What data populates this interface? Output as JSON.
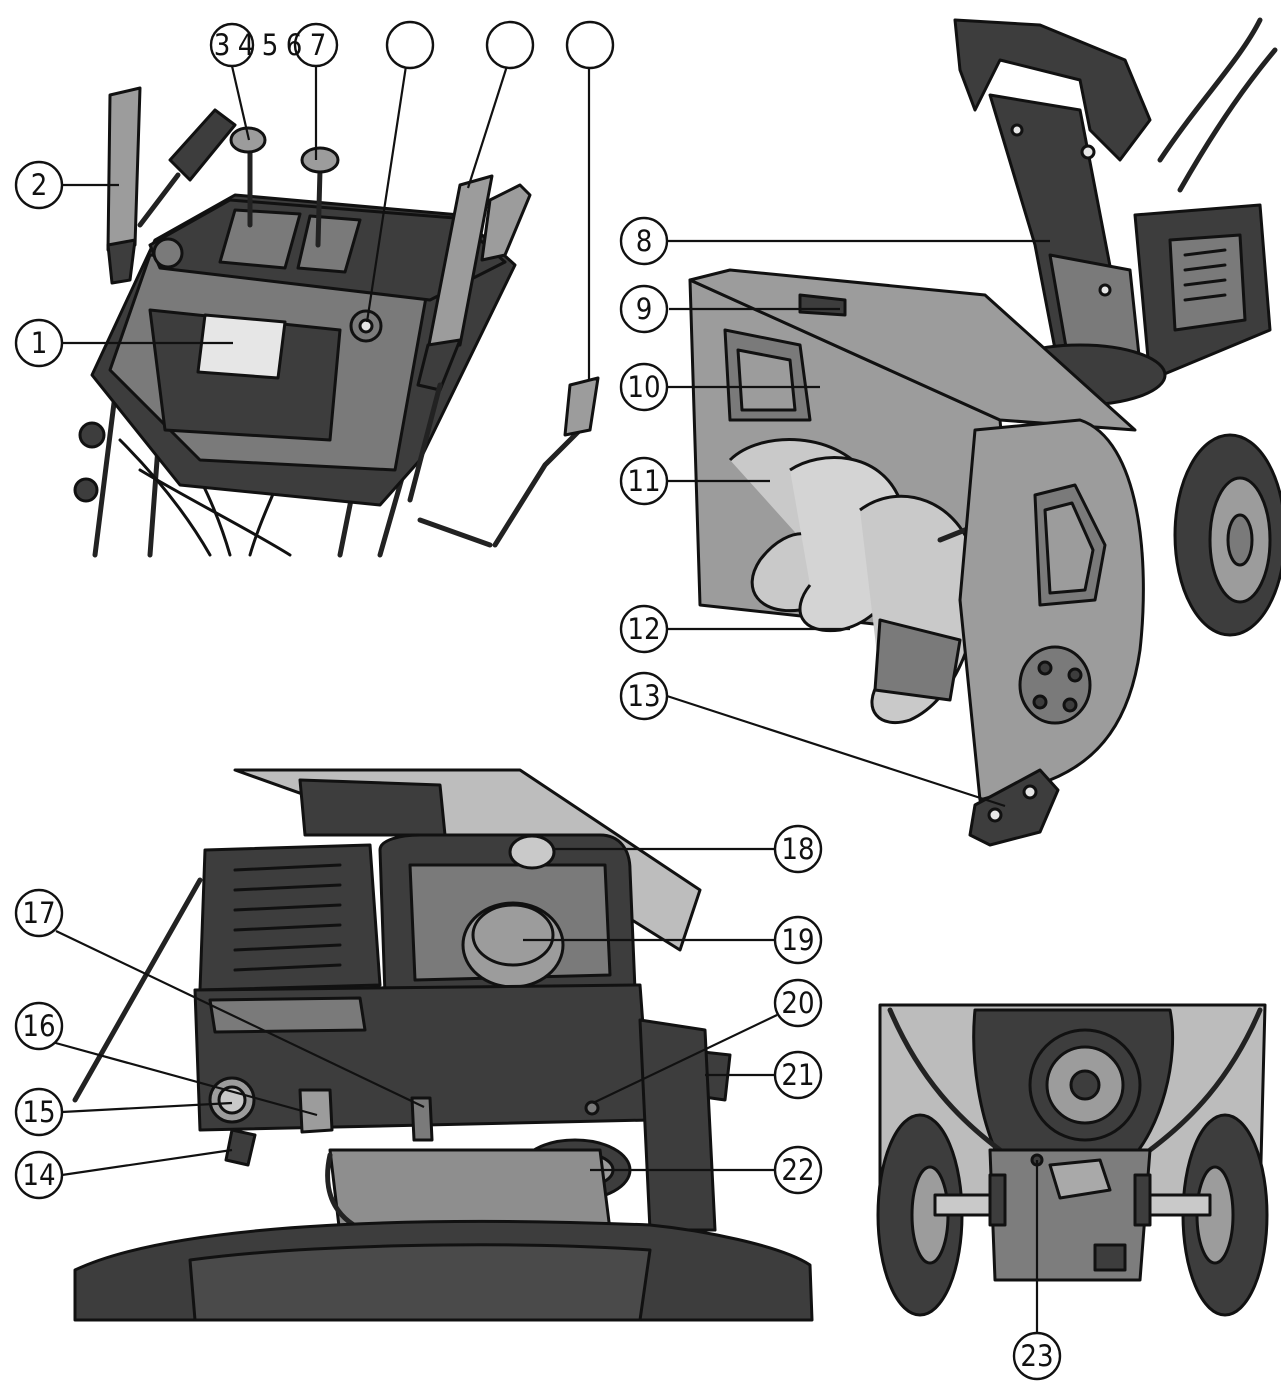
{
  "callouts": [
    {
      "id": "c1",
      "label": "1"
    },
    {
      "id": "c2",
      "label": "2"
    },
    {
      "id": "c3",
      "label": "3"
    },
    {
      "id": "c4",
      "label": "4"
    },
    {
      "id": "c5",
      "label": "5"
    },
    {
      "id": "c6",
      "label": "6"
    },
    {
      "id": "c7",
      "label": "7"
    },
    {
      "id": "c8",
      "label": "8"
    },
    {
      "id": "c9",
      "label": "9"
    },
    {
      "id": "c10",
      "label": "10"
    },
    {
      "id": "c11",
      "label": "11"
    },
    {
      "id": "c12",
      "label": "12"
    },
    {
      "id": "c13",
      "label": "13"
    },
    {
      "id": "c14",
      "label": "14"
    },
    {
      "id": "c15",
      "label": "15"
    },
    {
      "id": "c16",
      "label": "16"
    },
    {
      "id": "c17",
      "label": "17"
    },
    {
      "id": "c18",
      "label": "18"
    },
    {
      "id": "c19",
      "label": "19"
    },
    {
      "id": "c20",
      "label": "20"
    },
    {
      "id": "c21",
      "label": "21"
    },
    {
      "id": "c22",
      "label": "22"
    },
    {
      "id": "c23",
      "label": "23"
    }
  ],
  "top_labels": [
    {
      "id": "t1",
      "label": "3"
    },
    {
      "id": "t2",
      "label": "4"
    },
    {
      "id": "t3",
      "label": "5"
    },
    {
      "id": "t4",
      "label": "6"
    },
    {
      "id": "t5",
      "label": "7"
    }
  ],
  "colors": {
    "ink": "#111111",
    "dark_part": "#3d3d3d",
    "mid_part": "#7a7a7a",
    "light_part": "#9c9c9c",
    "pale_part": "#c9c9c9"
  }
}
